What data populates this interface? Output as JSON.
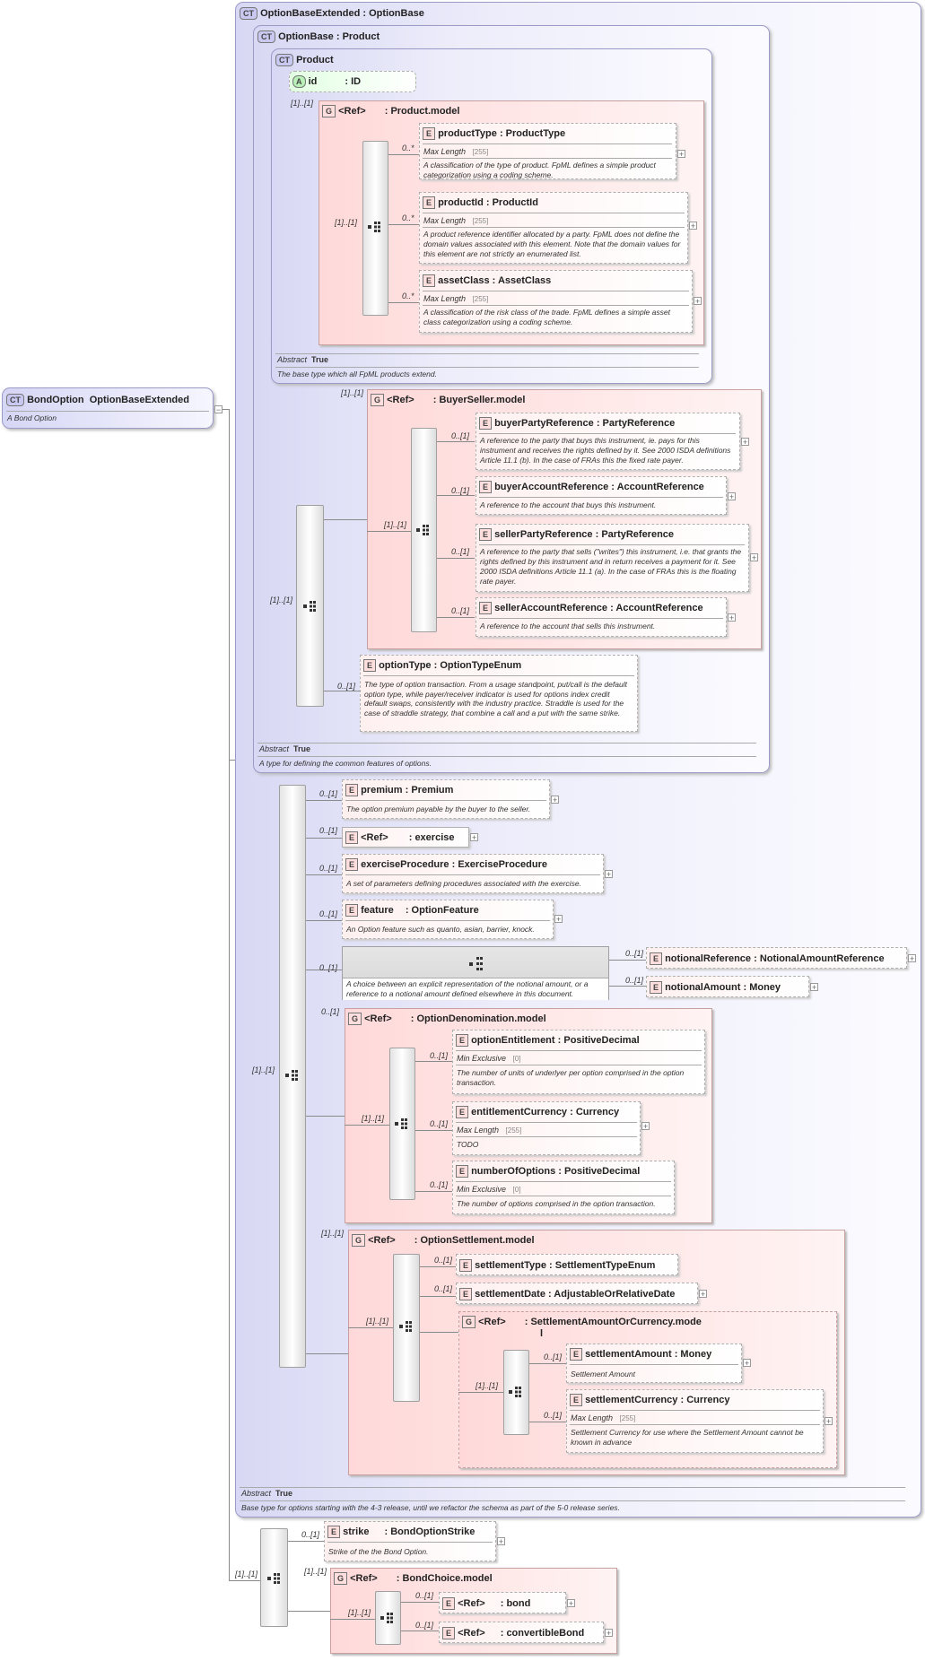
{
  "root": {
    "badge": "CT",
    "name": "BondOption",
    "type": "OptionBaseExtended",
    "desc": "A Bond Option"
  },
  "optionBaseExtended": {
    "badge": "CT",
    "title": "OptionBaseExtended : OptionBase",
    "abstract_label": "Abstract",
    "abstract_value": "True",
    "desc": "Base type for options starting with the 4-3 release, until we refactor the schema as part of the 5-0 release series."
  },
  "optionBase": {
    "badge": "CT",
    "title": "OptionBase : Product",
    "abstract_label": "Abstract",
    "abstract_value": "True",
    "desc": "A type for defining the common features of options."
  },
  "product": {
    "badge": "CT",
    "title": "Product",
    "abstract_label": "Abstract",
    "abstract_value": "True",
    "desc": "The base type which all FpML products extend.",
    "attr": {
      "badge": "A",
      "name": "id",
      "type": ": ID",
      "card": "[1]..[1]"
    },
    "group": {
      "badge": "G",
      "ref": "<Ref>",
      "name": ": Product.model",
      "card": "[1]..[1]"
    },
    "elements": [
      {
        "badge": "E",
        "name": "productType",
        "type": ": ProductType",
        "card": "0..*",
        "facet_label": "Max Length",
        "facet_value": "[255]",
        "desc": "A classification of the type of product. FpML defines a simple product categorization using a coding scheme."
      },
      {
        "badge": "E",
        "name": "productId",
        "type": ": ProductId",
        "card": "0..*",
        "facet_label": "Max Length",
        "facet_value": "[255]",
        "desc": "A product reference identifier allocated by a party. FpML does not define the domain values associated with this element. Note that the domain values for this element are not strictly an enumerated list."
      },
      {
        "badge": "E",
        "name": "assetClass",
        "type": ": AssetClass",
        "card": "0..*",
        "facet_label": "Max Length",
        "facet_value": "[255]",
        "desc": "A classification of the risk class of the trade. FpML defines a simple asset class categorization using a coding scheme."
      }
    ]
  },
  "buyerSeller": {
    "badge": "G",
    "ref": "<Ref>",
    "name": ": BuyerSeller.model",
    "card": "[1]..[1]",
    "seq_card": "[1]..[1]",
    "outer_card": "[1]..[1]",
    "elements": [
      {
        "badge": "E",
        "name": "buyerPartyReference",
        "type": ": PartyReference",
        "card": "0..[1]",
        "desc": "A reference to the party that buys this instrument, ie. pays for this instrument and receives the rights defined by it. See 2000 ISDA definitions Article 11.1 (b). In the case of FRAs this the fixed rate payer."
      },
      {
        "badge": "E",
        "name": "buyerAccountReference",
        "type": ": AccountReference",
        "card": "0..[1]",
        "desc": "A reference to the account that buys this instrument."
      },
      {
        "badge": "E",
        "name": "sellerPartyReference",
        "type": ": PartyReference",
        "card": "0..[1]",
        "desc": "A reference to the party that sells (\"writes\") this instrument, i.e. that grants the rights defined by this instrument and in return receives a payment for it. See 2000 ISDA definitions Article 11.1 (a). In the case of FRAs this is the floating rate payer."
      },
      {
        "badge": "E",
        "name": "sellerAccountReference",
        "type": ": AccountReference",
        "card": "0..[1]",
        "desc": "A reference to the account that sells this instrument."
      }
    ]
  },
  "optionType": {
    "badge": "E",
    "name": "optionType",
    "type": ": OptionTypeEnum",
    "card": "0..[1]",
    "desc": "The type of option transaction. From a usage standpoint, put/call is the default option type, while payer/receiver indicator is used for options index credit default swaps, consistently with the industry practice. Straddle is used for the case of straddle strategy, that combine a call and a put with the same strike."
  },
  "extSeq": {
    "card": "[1]..[1]",
    "premium": {
      "badge": "E",
      "name": "premium",
      "type": ": Premium",
      "card": "0..[1]",
      "desc": "The option premium payable by the buyer to the seller."
    },
    "exercise": {
      "badge": "E",
      "ref": "<Ref>",
      "name": ": exercise",
      "card": "0..[1]"
    },
    "exerciseProcedure": {
      "badge": "E",
      "name": "exerciseProcedure",
      "type": ": ExerciseProcedure",
      "card": "0..[1]",
      "desc": "A set of parameters defining procedures associated with the exercise."
    },
    "feature": {
      "badge": "E",
      "name": "feature",
      "type": ": OptionFeature",
      "card": "0..[1]",
      "desc": "An Option feature such as quanto, asian, barrier, knock."
    },
    "choice": {
      "card": "0..[1]",
      "desc": "A choice between an explicit representation of the notional amount, or a reference to a notional amount defined elsewhere in this document.",
      "options": [
        {
          "badge": "E",
          "name": "notionalReference",
          "type": ": NotionalAmountReference",
          "card": "0..[1]"
        },
        {
          "badge": "E",
          "name": "notionalAmount",
          "type": ": Money",
          "card": "0..[1]"
        }
      ]
    },
    "denomination": {
      "badge": "G",
      "ref": "<Ref>",
      "name": ": OptionDenomination.model",
      "card": "0..[1]",
      "seq_card": "[1]..[1]",
      "elements": [
        {
          "badge": "E",
          "name": "optionEntitlement",
          "type": ": PositiveDecimal",
          "card": "0..[1]",
          "facet_label": "Min Exclusive",
          "facet_value": "[0]",
          "desc": "The number of units of underlyer per option comprised in the option transaction."
        },
        {
          "badge": "E",
          "name": "entitlementCurrency",
          "type": ": Currency",
          "card": "0..[1]",
          "facet_label": "Max Length",
          "facet_value": "[255]",
          "desc": "TODO"
        },
        {
          "badge": "E",
          "name": "numberOfOptions",
          "type": ": PositiveDecimal",
          "card": "0..[1]",
          "facet_label": "Min Exclusive",
          "facet_value": "[0]",
          "desc": "The number of options comprised in the option transaction."
        }
      ]
    },
    "settlement": {
      "badge": "G",
      "ref": "<Ref>",
      "name": ": OptionSettlement.model",
      "card": "[1]..[1]",
      "seq_card": "[1]..[1]",
      "settlementType": {
        "badge": "E",
        "name": "settlementType",
        "type": ": SettlementTypeEnum",
        "card": "0..[1]"
      },
      "settlementDate": {
        "badge": "E",
        "name": "settlementDate",
        "type": ": AdjustableOrRelativeDate",
        "card": "0..[1]"
      },
      "amountOrCurrency": {
        "badge": "G",
        "ref": "<Ref>",
        "name_line1": ": SettlementAmountOrCurrency.mode",
        "name_line2": "l",
        "seq_card": "[1]..[1]",
        "elements": [
          {
            "badge": "E",
            "name": "settlementAmount",
            "type": ": Money",
            "card": "0..[1]",
            "desc": "Settlement Amount"
          },
          {
            "badge": "E",
            "name": "settlementCurrency",
            "type": ": Currency",
            "card": "0..[1]",
            "facet_label": "Max Length",
            "facet_value": "[255]",
            "desc": "Settlement Currency for use where the Settlement Amount cannot be known in advance"
          }
        ]
      }
    }
  },
  "bondSeq": {
    "card": "[1]..[1]",
    "strike": {
      "badge": "E",
      "name": "strike",
      "type": ": BondOptionStrike",
      "card": "0..[1]",
      "desc": "Strike of the the Bond Option."
    },
    "bondChoice": {
      "badge": "G",
      "ref": "<Ref>",
      "name": ": BondChoice.model",
      "card": "[1]..[1]",
      "seq_card": "[1]..[1]",
      "elements": [
        {
          "badge": "E",
          "ref": "<Ref>",
          "name": ": bond",
          "card": "0..[1]"
        },
        {
          "badge": "E",
          "ref": "<Ref>",
          "name": ": convertibleBond",
          "card": "0..[1]"
        }
      ]
    }
  }
}
